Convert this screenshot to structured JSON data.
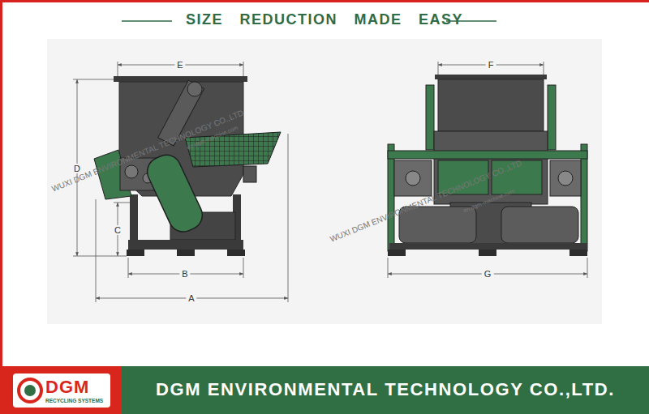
{
  "diagram": {
    "title": "SIZE REDUCTION MADE EASY",
    "nodes": [
      {
        "text": [
          "DGM",
          "RECYCLING SYSTEMS"
        ]
      },
      {
        "text": [
          "DGM ENVIRONMENTAL TECHNOLOGY CO.,LTD."
        ]
      }
    ],
    "labels": [
      "E",
      "D",
      "C",
      "B",
      "A",
      "F",
      "G",
      "WUXI DGM ENVIRONMENTAL TECHNOLOGY CO.,LTD",
      "en.dgm-machine.com",
      "WUXI DGM ENVIRONMENTAL TECHNOLOGY CO.,LTD",
      "en.dgm-machine.com"
    ]
  }
}
